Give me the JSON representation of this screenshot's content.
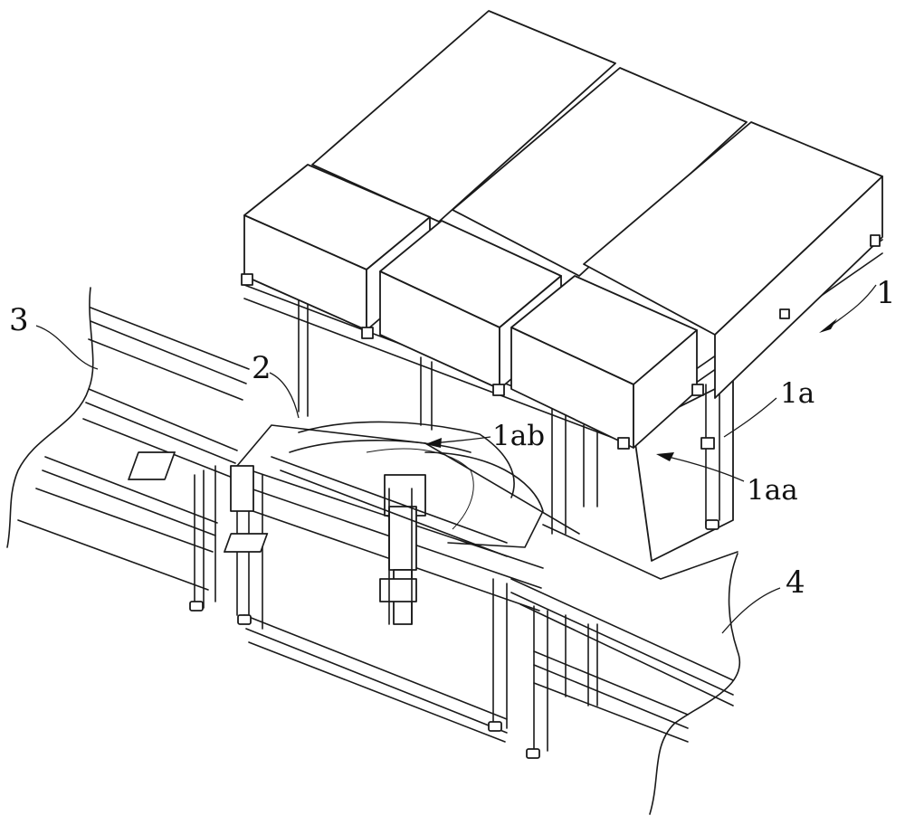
{
  "labels": {
    "l1": "1",
    "l1a": "1a",
    "l1aa": "1aa",
    "l1ab": "1ab",
    "l2": "2",
    "l3": "3",
    "l4": "4"
  }
}
